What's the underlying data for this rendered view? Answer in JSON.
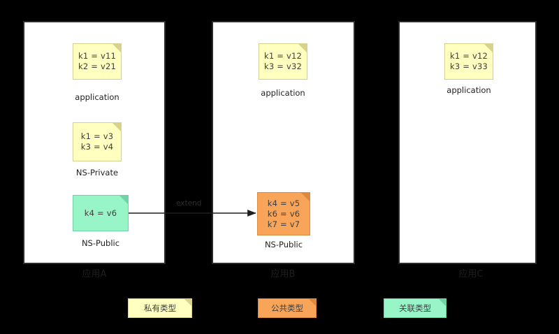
{
  "diagram": {
    "background_color": "#000000",
    "panel_background": "#ffffff",
    "panel_border_color": "#2b2b2b"
  },
  "panels": [
    {
      "title": "应用A",
      "notes": [
        {
          "id": "app-a-application",
          "text": "k1 = v11\nk2 = v21",
          "label": "application",
          "color": "#ffffc0",
          "kind": "private"
        },
        {
          "id": "app-a-ns-private",
          "text": "k1 = v3\nk3 = v4",
          "label": "NS-Private",
          "color": "#ffffc0",
          "kind": "private"
        },
        {
          "id": "app-a-ns-public",
          "text": "k4 = v6",
          "label": "NS-Public",
          "color": "#98f5c8",
          "kind": "associated"
        }
      ]
    },
    {
      "title": "应用B",
      "notes": [
        {
          "id": "app-b-application",
          "text": "k1 = v12\nk3 = v32",
          "label": "application",
          "color": "#ffffc0",
          "kind": "private"
        },
        {
          "id": "app-b-ns-public",
          "text": "k4 = v5\nk6 = v6\nk7 = v7",
          "label": "NS-Public",
          "color": "#f8a55a",
          "kind": "public"
        }
      ]
    },
    {
      "title": "应用C",
      "notes": [
        {
          "id": "app-c-application",
          "text": "k1 = v12\nk3 = v33",
          "label": "application",
          "color": "#ffffc0",
          "kind": "private"
        }
      ]
    }
  ],
  "connector": {
    "label": "extend",
    "from": "app-a-ns-public",
    "to": "app-b-ns-public",
    "color": "#1f1f1f"
  },
  "legend": [
    {
      "text": "私有类型",
      "color": "#ffffc0",
      "kind": "private"
    },
    {
      "text": "公共类型",
      "color": "#f8a55a",
      "kind": "public"
    },
    {
      "text": "关联类型",
      "color": "#98f5c8",
      "kind": "associated"
    }
  ]
}
